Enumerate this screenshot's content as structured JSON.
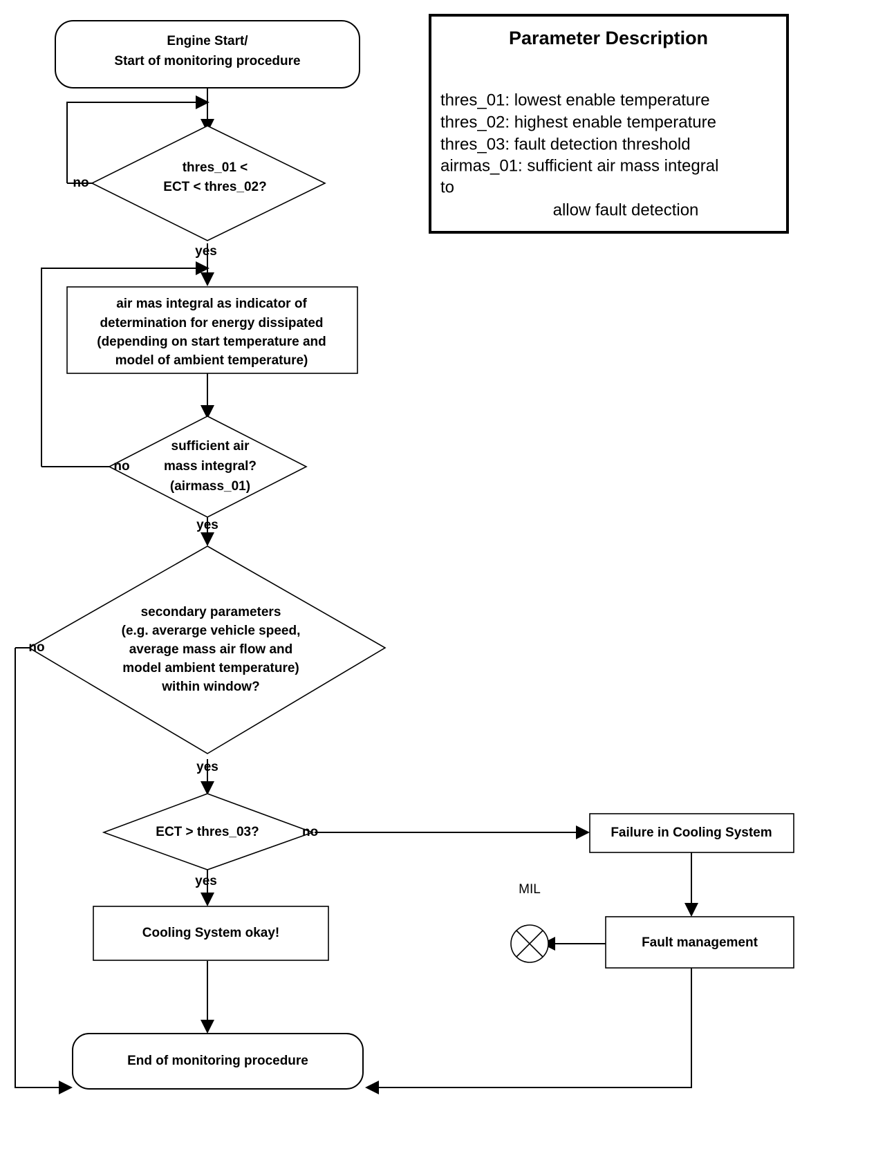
{
  "diagram": {
    "title": "Engine cooling system monitoring procedure flowchart",
    "nodes": {
      "start": {
        "type": "terminator",
        "lines": [
          "Engine Start/",
          "Start of monitoring procedure"
        ]
      },
      "decision_ect_window": {
        "type": "decision",
        "lines": [
          "thres_01 <",
          "ECT < thres_02?"
        ]
      },
      "process_airmass": {
        "type": "process",
        "lines": [
          "air mas integral as indicator of",
          "determination for energy dissipated",
          "(depending on start temperature and",
          "model of ambient temperature)"
        ]
      },
      "decision_airmass": {
        "type": "decision",
        "lines": [
          "sufficient air",
          "mass integral?",
          "(airmass_01)"
        ]
      },
      "decision_secondary": {
        "type": "decision",
        "lines": [
          "secondary parameters",
          "(e.g. averarge vehicle speed,",
          "average mass air flow and",
          "model ambient temperature)",
          "within window?"
        ]
      },
      "decision_ect_thres03": {
        "type": "decision",
        "lines": [
          "ECT > thres_03?"
        ]
      },
      "process_cooling_ok": {
        "type": "process",
        "lines": [
          "Cooling System okay!"
        ]
      },
      "process_failure": {
        "type": "process",
        "lines": [
          "Failure in Cooling System"
        ]
      },
      "process_fault_mgmt": {
        "type": "process",
        "lines": [
          "Fault management"
        ]
      },
      "mil_indicator": {
        "type": "indicator",
        "label": "MIL"
      },
      "end": {
        "type": "terminator",
        "lines": [
          "End of monitoring procedure"
        ]
      }
    },
    "edge_labels": {
      "ect_window_no": "no",
      "ect_window_yes": "yes",
      "airmass_no": "no",
      "airmass_yes": "yes",
      "secondary_no": "no",
      "secondary_yes": "yes",
      "thres03_no": "no",
      "thres03_yes": "yes"
    }
  },
  "parameter_panel": {
    "title": "Parameter Description",
    "lines": [
      "thres_01: lowest enable temperature",
      "thres_02: highest enable temperature",
      "thres_03: fault detection threshold",
      "airmas_01: sufficient air mass integral",
      "to"
    ],
    "indent_line": "allow fault detection"
  },
  "colors": {
    "stroke": "#000000",
    "fill": "#ffffff",
    "text": "#000000"
  }
}
